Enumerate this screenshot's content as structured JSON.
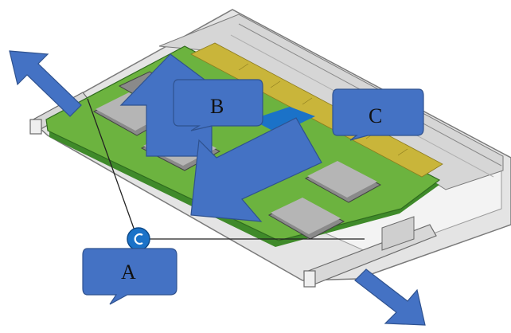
{
  "diagram": {
    "callouts": [
      {
        "id": "A",
        "label": "A"
      },
      {
        "id": "B",
        "label": "B"
      },
      {
        "id": "C",
        "label": "C"
      }
    ],
    "colors": {
      "arrow_fill": "#4472c4",
      "arrow_stroke": "#2f528f",
      "pcb_green": "#6cb33f",
      "pcb_green_dark": "#3f8a2a",
      "slot_gray": "#e3e3e3",
      "chip_gray": "#8a8a8a",
      "gold_pins": "#c9b53a",
      "latch_blue": "#1b72c8"
    }
  }
}
